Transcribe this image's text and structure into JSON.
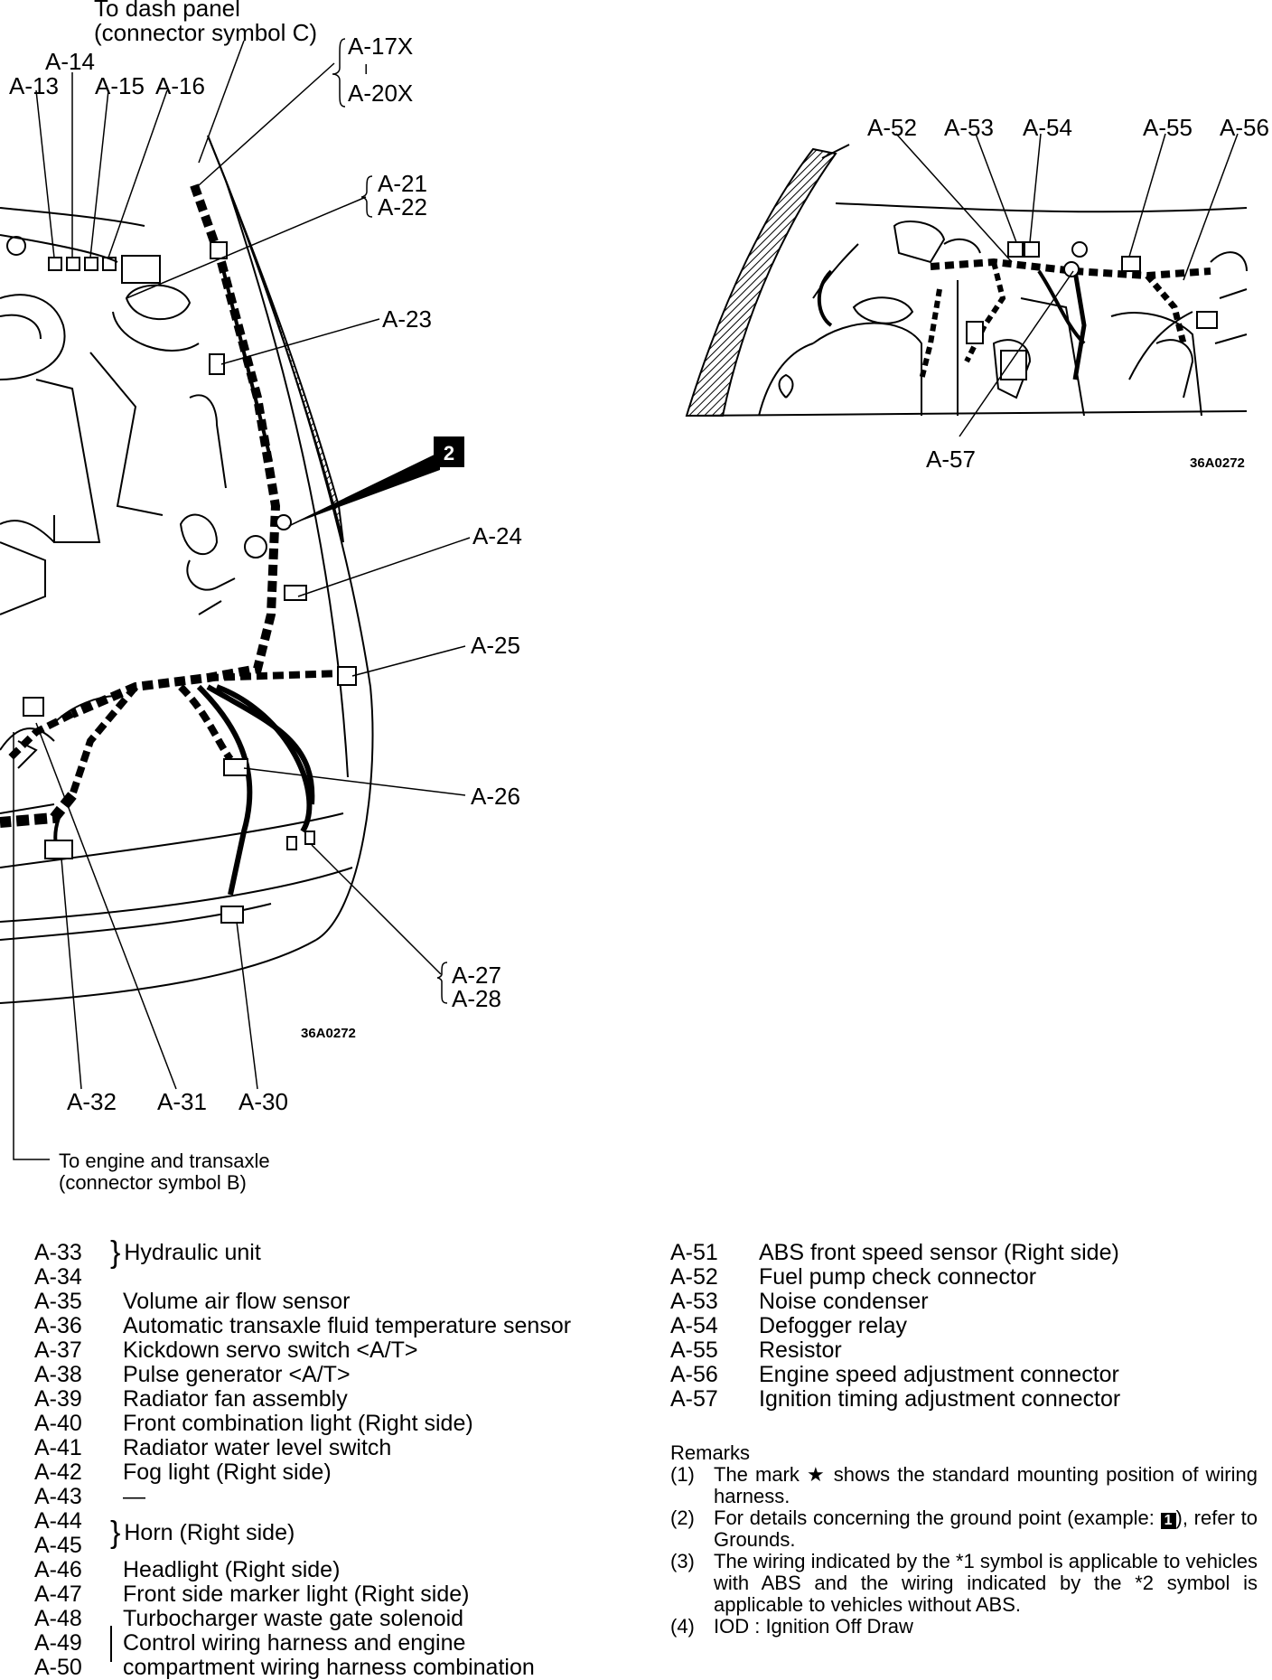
{
  "left_diagram": {
    "dash_panel_note": [
      "To dash panel",
      "(connector symbol C)"
    ],
    "engine_note": [
      "To engine and transaxle",
      "(connector symbol B)"
    ],
    "ground_mark": "2",
    "image_code": "36A0272",
    "labels": {
      "a13": "A-13",
      "a14": "A-14",
      "a15": "A-15",
      "a16": "A-16",
      "a17x": "A-17X",
      "a20x": "A-20X",
      "sep": "I",
      "a21": "A-21",
      "a22": "A-22",
      "a23": "A-23",
      "a24": "A-24",
      "a25": "A-25",
      "a26": "A-26",
      "a27": "A-27",
      "a28": "A-28",
      "a30": "A-30",
      "a31": "A-31",
      "a32": "A-32"
    }
  },
  "right_diagram": {
    "image_code": "36A0272",
    "labels": {
      "a52": "A-52",
      "a53": "A-53",
      "a54": "A-54",
      "a55": "A-55",
      "a56": "A-56",
      "a57": "A-57"
    }
  },
  "legend_left": [
    {
      "code": "A-33",
      "name": "Hydraulic unit"
    },
    {
      "code": "A-34",
      "name": ""
    },
    {
      "code": "A-35",
      "name": "Volume air flow sensor"
    },
    {
      "code": "A-36",
      "name": "Automatic transaxle fluid temperature sensor"
    },
    {
      "code": "A-37",
      "name": "Kickdown servo switch <A/T>"
    },
    {
      "code": "A-38",
      "name": "Pulse generator <A/T>"
    },
    {
      "code": "A-39",
      "name": "Radiator fan assembly"
    },
    {
      "code": "A-40",
      "name": "Front combination light (Right side)"
    },
    {
      "code": "A-41",
      "name": "Radiator water level switch"
    },
    {
      "code": "A-42",
      "name": "Fog light (Right side)"
    },
    {
      "code": "A-43",
      "name": "—"
    },
    {
      "code": "A-44",
      "name": "Horn (Right side)"
    },
    {
      "code": "A-45",
      "name": ""
    },
    {
      "code": "A-46",
      "name": "Headlight (Right side)"
    },
    {
      "code": "A-47",
      "name": "Front side marker light (Right side)"
    },
    {
      "code": "A-48",
      "name": "Turbocharger waste gate solenoid"
    },
    {
      "code": "A-49",
      "name": "Control wiring harness and engine"
    },
    {
      "code": "A-50",
      "name": "compartment wiring harness combination"
    }
  ],
  "legend_right": [
    {
      "code": "A-51",
      "name": "ABS front speed sensor (Right side)"
    },
    {
      "code": "A-52",
      "name": "Fuel pump check connector"
    },
    {
      "code": "A-53",
      "name": "Noise condenser"
    },
    {
      "code": "A-54",
      "name": "Defogger relay"
    },
    {
      "code": "A-55",
      "name": "Resistor"
    },
    {
      "code": "A-56",
      "name": "Engine speed adjustment connector"
    },
    {
      "code": "A-57",
      "name": "Ignition timing adjustment connector"
    }
  ],
  "remarks": {
    "title": "Remarks",
    "items": [
      {
        "num": "(1)",
        "text": "The mark ★ shows the standard mounting position of wiring harness."
      },
      {
        "num": "(2)",
        "text_before": "For details concerning the ground point (example:",
        "box": "1",
        "text_after": "), refer to Grounds."
      },
      {
        "num": "(3)",
        "text": "The wiring indicated by the *1 symbol is applicable to vehicles with ABS and the wiring indicated by the *2 symbol is applicable to vehicles without ABS."
      },
      {
        "num": "(4)",
        "text": "IOD : Ignition Off Draw"
      }
    ]
  }
}
